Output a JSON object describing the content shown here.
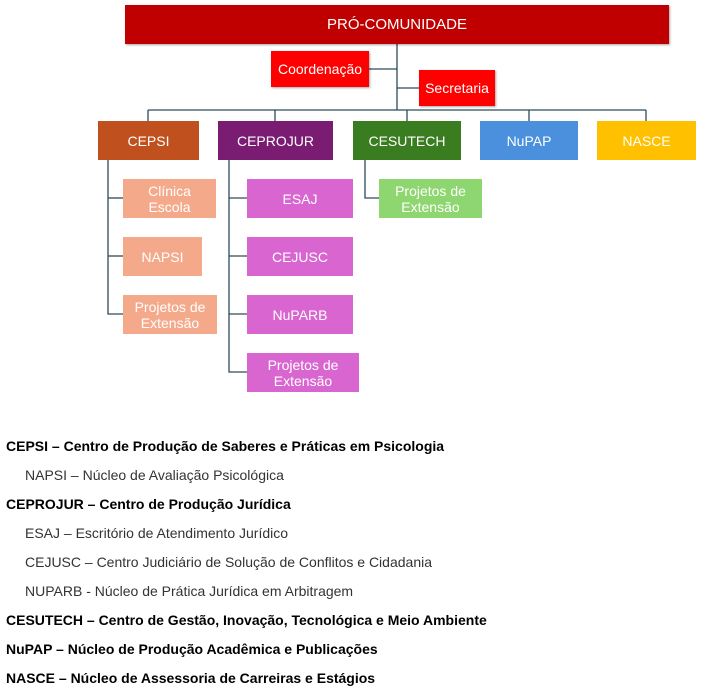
{
  "colors": {
    "top": "#c00000",
    "red": "#ff0000",
    "cepsi": "#c0501e",
    "cepsi_child": "#f4a98a",
    "ceprojur": "#7b1c73",
    "ceprojur_child": "#d966d0",
    "cesutech": "#3a7d20",
    "cesutech_child": "#8ed66f",
    "nupap": "#4a90dc",
    "nasce": "#ffc000",
    "line": "#2e4a5a"
  },
  "org": {
    "top": "PRÓ-COMUNIDADE",
    "coordenacao": "Coordenação",
    "secretaria": "Secretaria",
    "units": {
      "cepsi": "CEPSI",
      "ceprojur": "CEPROJUR",
      "cesutech": "CESUTECH",
      "nupap": "NuPAP",
      "nasce": "NASCE"
    },
    "cepsi_children": [
      "Clínica\nEscola",
      "NAPSI",
      "Projetos de\nExtensão"
    ],
    "ceprojur_children": [
      "ESAJ",
      "CEJUSC",
      "NuPARB",
      "Projetos de\nExtensão"
    ],
    "cesutech_children": [
      "Projetos de\nExtensão"
    ]
  },
  "legend": [
    "CEPSI – Centro de Produção de Saberes e Práticas em Psicologia",
    "NAPSI – Núcleo de Avaliação Psicológica",
    "CEPROJUR – Centro de Produção Jurídica",
    "ESAJ – Escritório de Atendimento Jurídico",
    "CEJUSC – Centro Judiciário de Solução de Conflitos e Cidadania",
    "NUPARB - Núcleo de Prática Jurídica em Arbitragem",
    "CESUTECH – Centro de Gestão, Inovação, Tecnológica e Meio Ambiente",
    "NuPAP – Núcleo de Produção Acadêmica e Publicações",
    "NASCE – Núcleo de Assessoria de Carreiras e Estágios"
  ]
}
